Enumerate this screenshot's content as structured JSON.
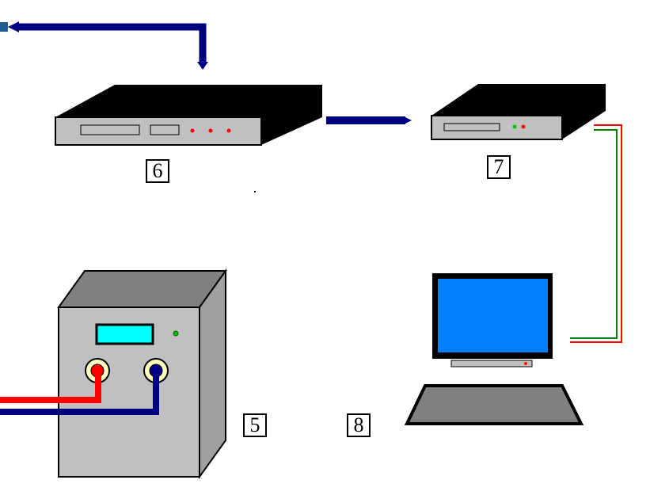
{
  "labels": {
    "device_6": "6",
    "device_7": "7",
    "device_5": "5",
    "device_8": "8"
  },
  "colors": {
    "cable_dark_blue": "#000080",
    "cable_red": "#ff0000",
    "cable_green": "#008000",
    "device_top_black": "#000000",
    "device_face_gray": "#c0c0c0",
    "cabinet_front": "#c0c0c0",
    "cabinet_top": "#808080",
    "cabinet_side": "#a0a0a0",
    "display_cyan": "#00ffff",
    "monitor_screen_blue": "#0080ff",
    "keyboard_gray": "#808080",
    "led_red": "#ff0000",
    "led_green": "#00c000"
  },
  "icons": {
    "device_6": "rack-unit-icon",
    "device_7": "rack-unit-icon",
    "device_5": "power-cabinet-icon",
    "device_8": "computer-icon"
  }
}
